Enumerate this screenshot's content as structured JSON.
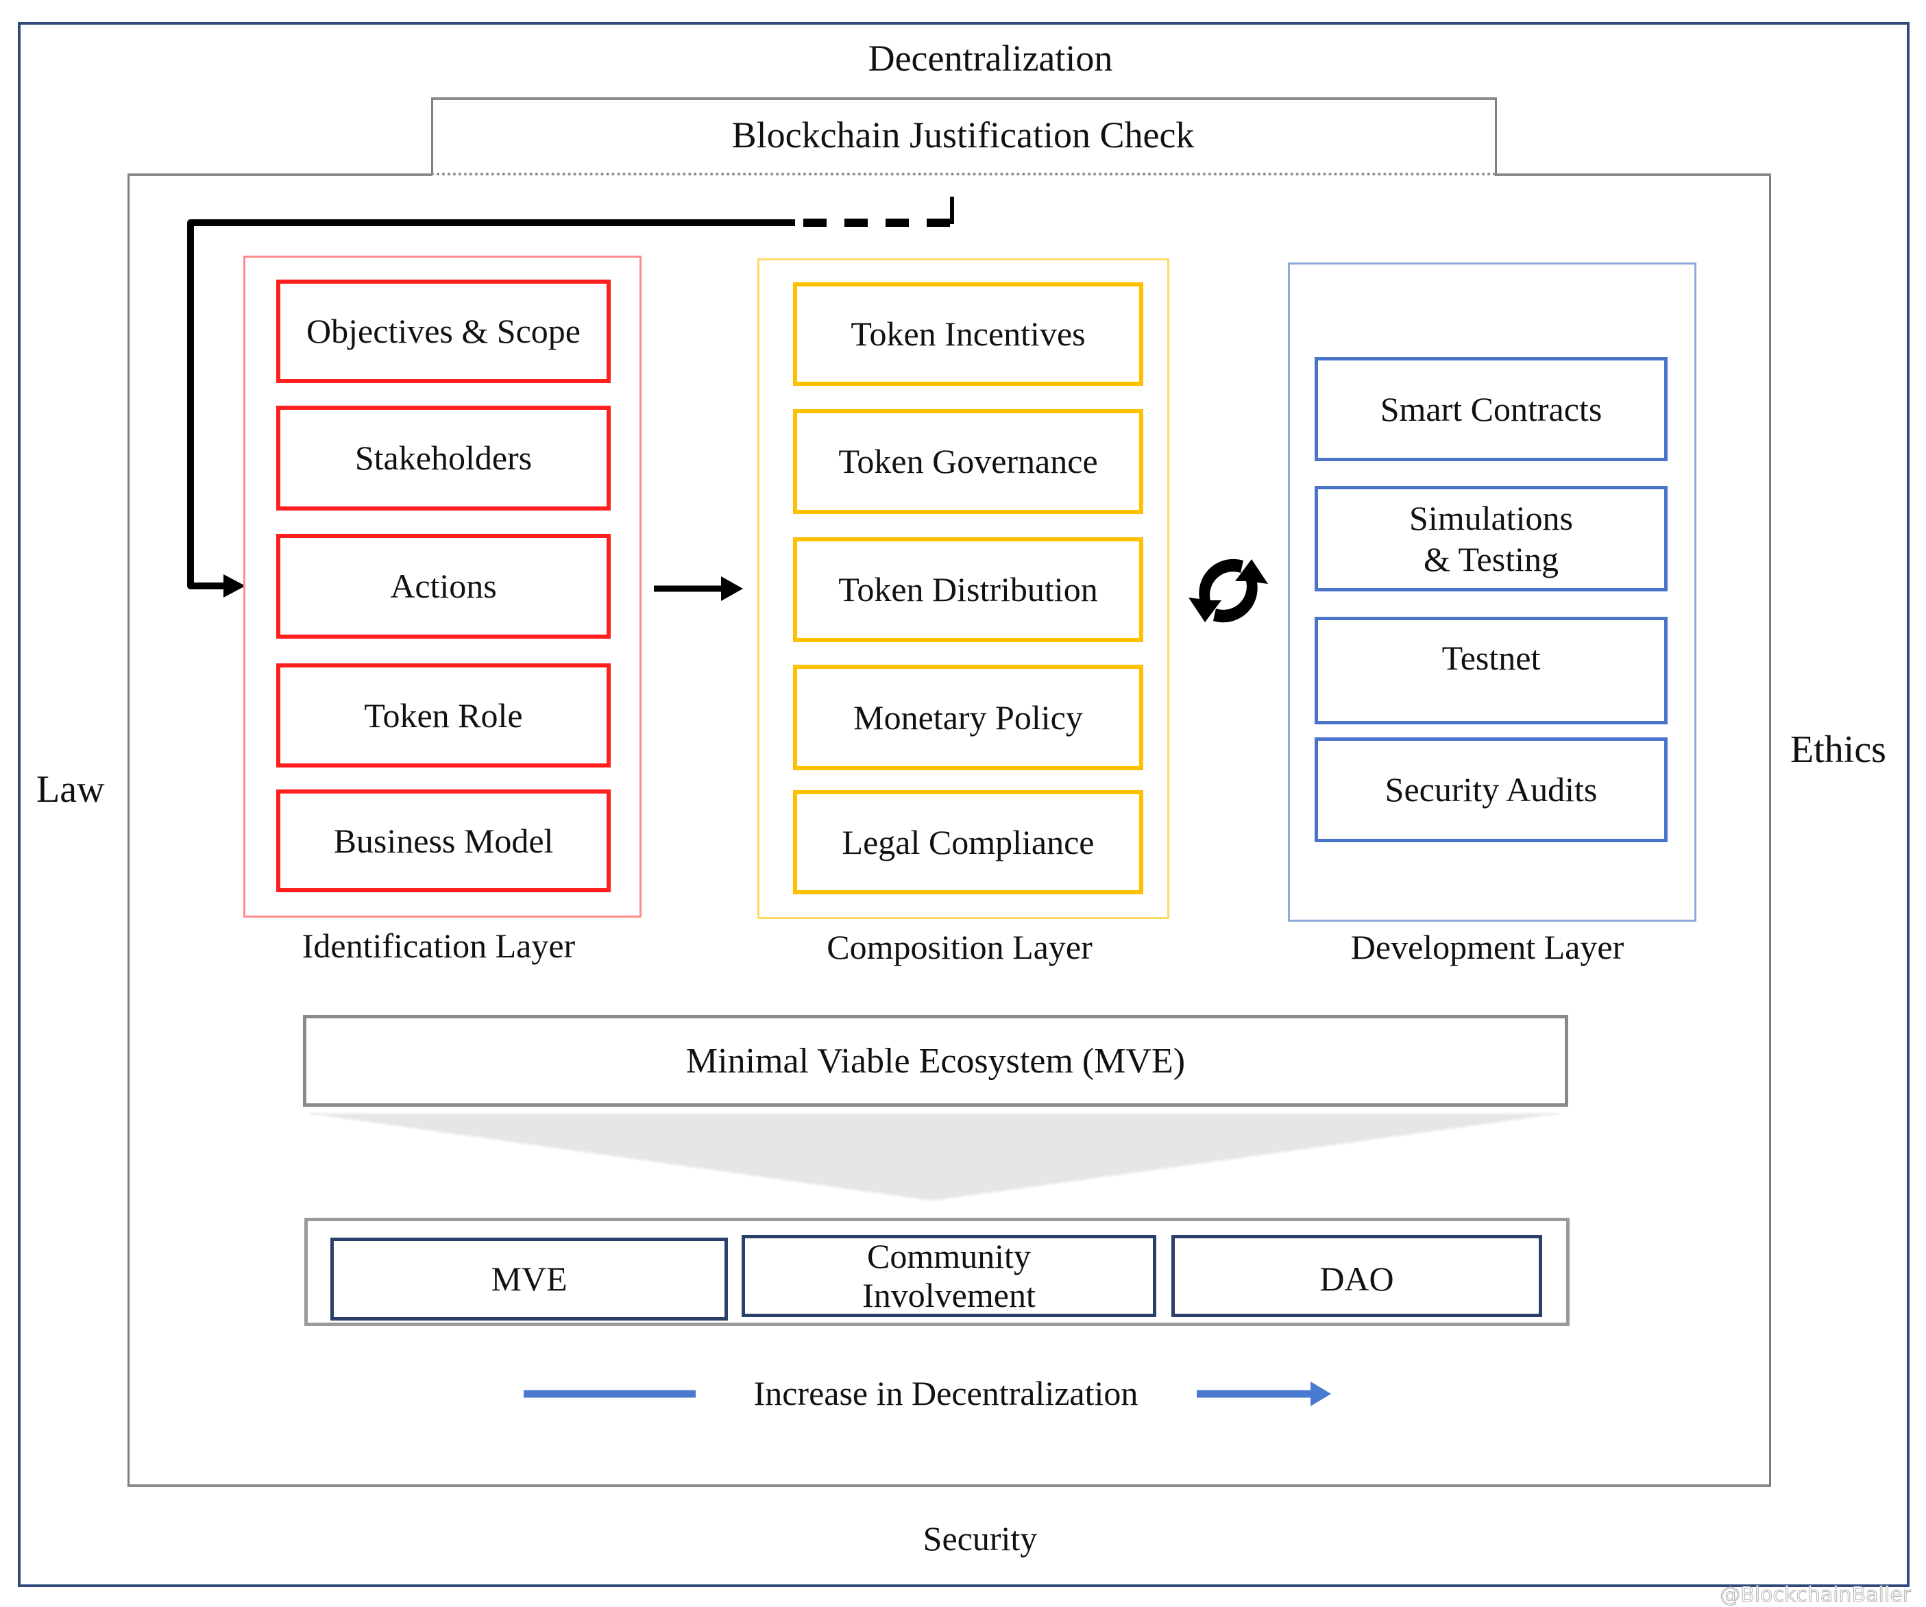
{
  "diagram": {
    "outer_labels": {
      "top": "Decentralization",
      "left": "Law",
      "right": "Ethics",
      "bottom": "Security"
    },
    "justification_check": "Blockchain Justification Check",
    "layers": [
      {
        "name": "Identification Layer",
        "color": "#ff1f1f",
        "items": [
          "Objectives & Scope",
          "Stakeholders",
          "Actions",
          "Token Role",
          "Business Model"
        ]
      },
      {
        "name": "Composition Layer",
        "color": "#ffc000",
        "items": [
          "Token Incentives",
          "Token Governance",
          "Token Distribution",
          "Monetary Policy",
          "Legal Compliance"
        ]
      },
      {
        "name": "Development Layer",
        "color": "#4a74c9",
        "items": [
          "Smart Contracts",
          "Simulations\n& Testing",
          "Testnet",
          "Security Audits"
        ]
      }
    ],
    "icons": {
      "feedback_loop": "elbow-arrow-icon",
      "layer_transition": "right-arrow-icon",
      "iteration": "refresh-cycle-icon"
    },
    "mve": "Minimal Viable Ecosystem (MVE)",
    "stages": [
      "MVE",
      "Community\nInvolvement",
      "DAO"
    ],
    "progression_label": "Increase in Decentralization",
    "progression_color": "#4a7ad0",
    "frame_color": "#2f4a7a",
    "watermark": "@BlockchainBaller"
  }
}
